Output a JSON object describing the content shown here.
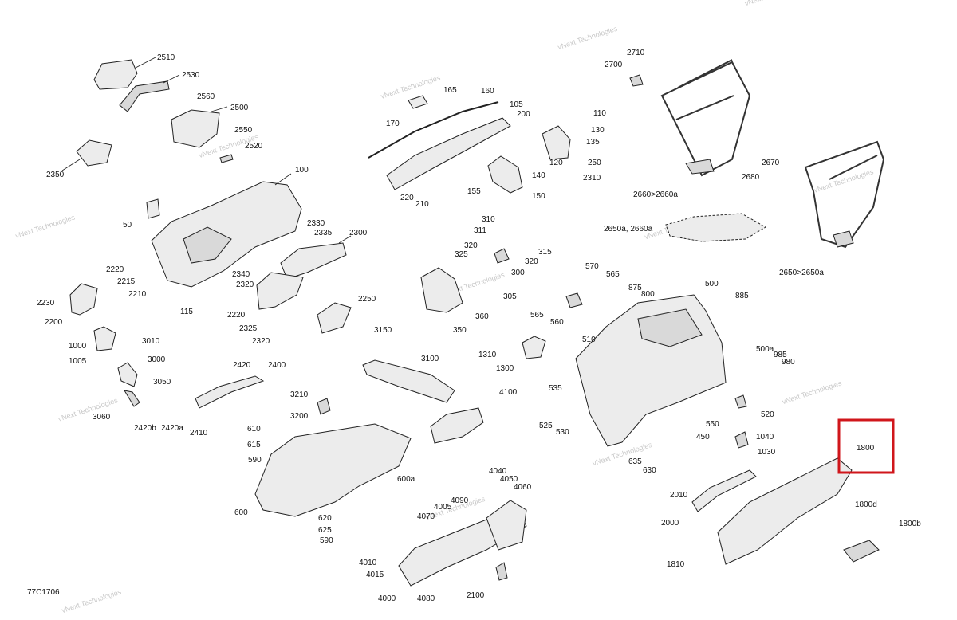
{
  "diagram_code": "77C1706",
  "watermark": "vNext Technologies",
  "highlight_color": "#d0161b",
  "highlighted_part": "1800",
  "labels": {
    "l2510": "2510",
    "l2530": "2530",
    "l2560": "2560",
    "l2500": "2500",
    "l2550": "2550",
    "l2520": "2520",
    "l2350": "2350",
    "l100": "100",
    "l50": "50",
    "l115": "115",
    "l2330": "2330",
    "l2335": "2335",
    "l2300": "2300",
    "l2340": "2340",
    "l2320a": "2320",
    "l2220": "2220",
    "l2215": "2215",
    "l2210": "2210",
    "l2230": "2230",
    "l2200": "2200",
    "l2220b": "2220",
    "l2325": "2325",
    "l2320b": "2320",
    "l2250": "2250",
    "l1000": "1000",
    "l1005": "1005",
    "l3010": "3010",
    "l3000": "3000",
    "l3050": "3050",
    "l3060": "3060",
    "l2420": "2420",
    "l2400": "2400",
    "l2420b": "2420b",
    "l2420a": "2420a",
    "l2410": "2410",
    "l165": "165",
    "l160": "160",
    "l170": "170",
    "l105": "105",
    "l200": "200",
    "l110": "110",
    "l130": "130",
    "l135": "135",
    "l120": "120",
    "l250": "250",
    "l140": "140",
    "l2310": "2310",
    "l155": "155",
    "l150": "150",
    "l220": "220",
    "l210": "210",
    "l310": "310",
    "l311": "311",
    "l320a": "320",
    "l325": "325",
    "l315": "315",
    "l320b": "320",
    "l300": "300",
    "l305": "305",
    "l360": "360",
    "l350": "350",
    "l3150": "3150",
    "l3100": "3100",
    "l4100": "4100",
    "l3210": "3210",
    "l3200": "3200",
    "l610": "610",
    "l615": "615",
    "l590a": "590",
    "l600a": "600a",
    "l600": "600",
    "l620": "620",
    "l625": "625",
    "l590b": "590",
    "l4040": "4040",
    "l4050": "4050",
    "l4060": "4060",
    "l4090": "4090",
    "l4005": "4005",
    "l4070": "4070",
    "l4010": "4010",
    "l4015": "4015",
    "l4000": "4000",
    "l4080": "4080",
    "l2100": "2100",
    "l2710": "2710",
    "l2700": "2700",
    "l2670": "2670",
    "l2680": "2680",
    "l2660": "2660>2660a",
    "l2650a": "2650a, 2660a",
    "l2650": "2650>2650a",
    "l570": "570",
    "l565a": "565",
    "l875": "875",
    "l800": "800",
    "l500": "500",
    "l885": "885",
    "l565b": "565",
    "l560": "560",
    "l510": "510",
    "l1310": "1310",
    "l1300": "1300",
    "l500a": "500a",
    "l985": "985",
    "l980": "980",
    "l535": "535",
    "l520": "520",
    "l525": "525",
    "l530": "530",
    "l550": "550",
    "l450": "450",
    "l1040": "1040",
    "l1030": "1030",
    "l635": "635",
    "l630": "630",
    "l1800": "1800",
    "l1800d": "1800d",
    "l1800b": "1800b",
    "l2010": "2010",
    "l2000": "2000",
    "l1810": "1810"
  }
}
